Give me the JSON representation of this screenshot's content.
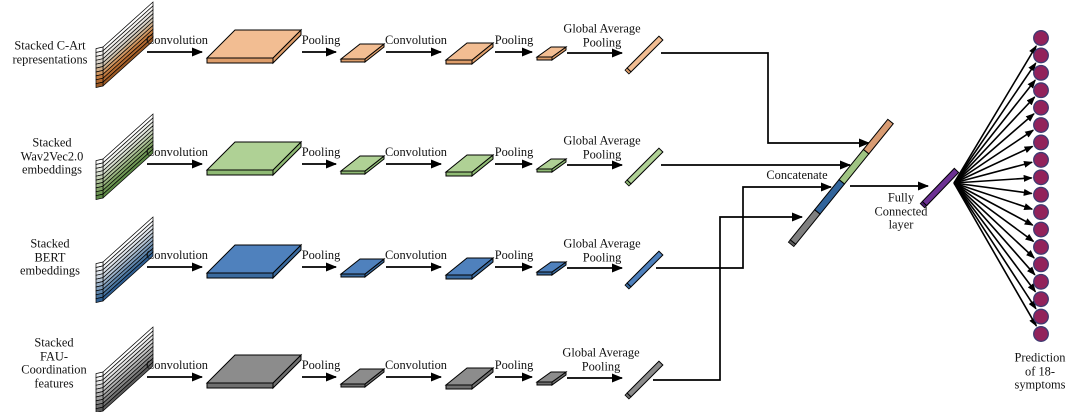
{
  "labels": {
    "convolution": "Convolution",
    "pooling": "Pooling",
    "global_average_pooling": "Global Average\nPooling",
    "concatenate": "Concatenate",
    "fully_connected": "Fully\nConnected\nlayer",
    "prediction": "Prediction\nof 18-\nsymptoms"
  },
  "branches": [
    {
      "name": "c-art",
      "label": "Stacked C-Art\nrepresentations",
      "colors": {
        "main": "#F2BD92",
        "dark": "#DD9D6A",
        "concat": "#D89B72",
        "stack": [
          "#ffffff",
          "#f4f2ef",
          "#e7e4df",
          "#dad4cb",
          "#cfc3b0",
          "#cfae8a",
          "#cf9763",
          "#c37c41",
          "#b16930",
          "#9b5a26"
        ]
      }
    },
    {
      "name": "wav2vec",
      "label": "Stacked\nWav2Vec2.0\nembeddings",
      "colors": {
        "main": "#AFD195",
        "dark": "#8FBA74",
        "concat": "#9FC482",
        "stack": [
          "#ffffff",
          "#f2f4f0",
          "#e5e9e0",
          "#d6ddce",
          "#c4d0b6",
          "#afc29a",
          "#9ab482",
          "#83a468",
          "#6f9655",
          "#5e8a47"
        ]
      }
    },
    {
      "name": "bert",
      "label": "Stacked\nBERT\nembeddings",
      "colors": {
        "main": "#4F81BD",
        "dark": "#3A6A9E",
        "concat": "#31649B",
        "stack": [
          "#ffffff",
          "#f0f2f5",
          "#dfe4ea",
          "#ccd5df",
          "#b5c4d4",
          "#9bb1c8",
          "#7f9cba",
          "#6287ac",
          "#47739e",
          "#305f92"
        ]
      }
    },
    {
      "name": "fau",
      "label": "Stacked\nFAU-\nCoordination\nfeatures",
      "colors": {
        "main": "#8C8C8C",
        "dark": "#6F6F6F",
        "concat": "#7F7F7F",
        "stack": [
          "#ffffff",
          "#f2f2f2",
          "#e4e4e4",
          "#d5d5d5",
          "#c4c4c4",
          "#b1b1b1",
          "#9d9d9d",
          "#878787",
          "#717171",
          "#5c5c5c"
        ]
      }
    }
  ],
  "fc_bar_color": "#6C3193",
  "output_nodes": {
    "count": 18,
    "fill": "#92225B",
    "stroke": "#3E3A72"
  },
  "line_color": "#000000"
}
